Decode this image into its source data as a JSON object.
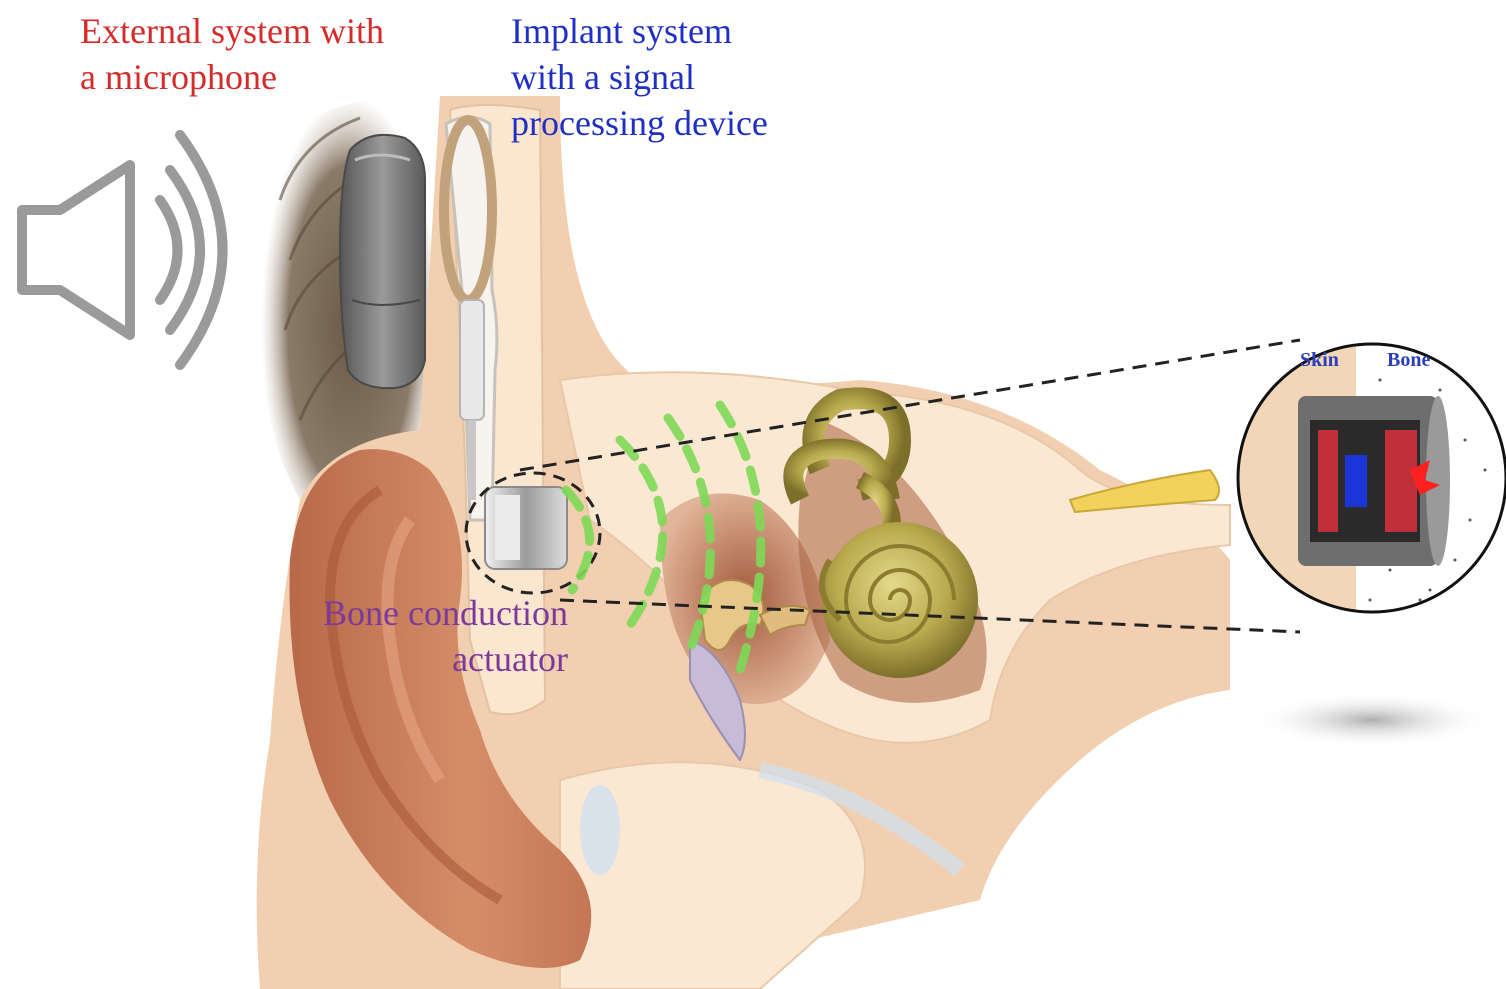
{
  "labels": {
    "external_system": [
      "External system with",
      "a microphone"
    ],
    "implant_system": [
      "Implant system",
      "with a signal",
      "processing device"
    ],
    "actuator": [
      "Bone conduction",
      "actuator"
    ],
    "inset_skin": "Skin",
    "inset_bone": "Bone"
  },
  "colors": {
    "external_label": "#d42b2b",
    "implant_label": "#1f2fc4",
    "actuator_label": "#7b3a9a",
    "inset_text": "#2a3fb8",
    "vibration_dash": "#7ed957",
    "skin": "#f3d2b4",
    "ear": "#c97a55",
    "bone": "#fbe8d2",
    "cochlea": "#b8a84a",
    "speaker_gray": "#9a9a9a",
    "device_gray": "#6e6e6e"
  },
  "icons": {
    "speaker": "speaker-icon",
    "external_device": "external-device-icon",
    "actuator": "actuator-icon"
  }
}
